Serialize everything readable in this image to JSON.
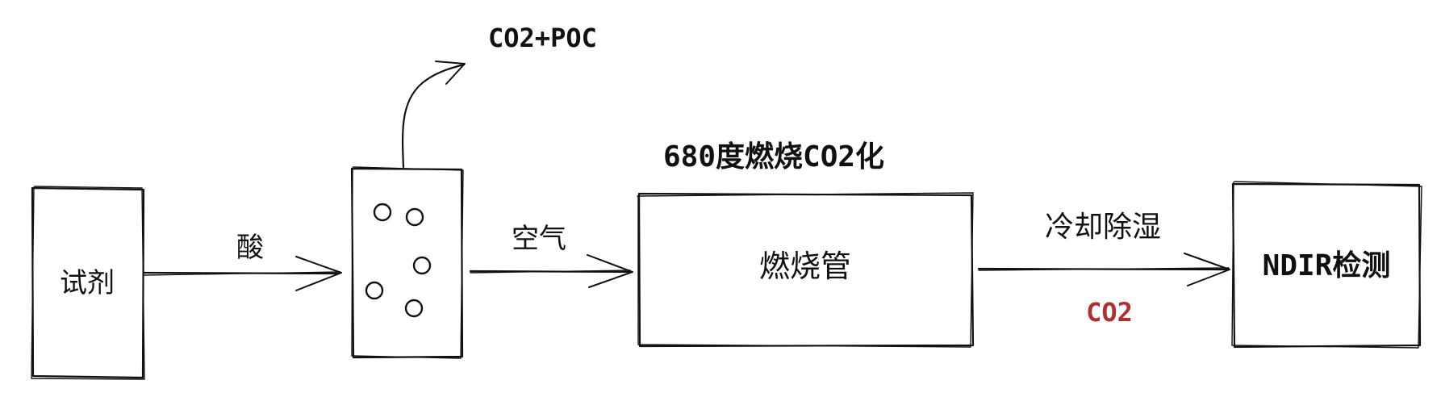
{
  "nodes": {
    "reagent": {
      "label": "试剂"
    },
    "sparger": {
      "bubbles": 5
    },
    "combustion_tube": {
      "label": "燃烧管",
      "caption": "680度燃烧CO2化"
    },
    "ndir": {
      "label": "NDIR检测"
    }
  },
  "vent": {
    "label": "CO2+POC"
  },
  "edges": {
    "acid": {
      "label": "酸"
    },
    "air": {
      "label": "空气"
    },
    "cooling": {
      "label": "冷却除湿",
      "sublabel": "CO2",
      "sublabel_color": "#b03030"
    }
  }
}
